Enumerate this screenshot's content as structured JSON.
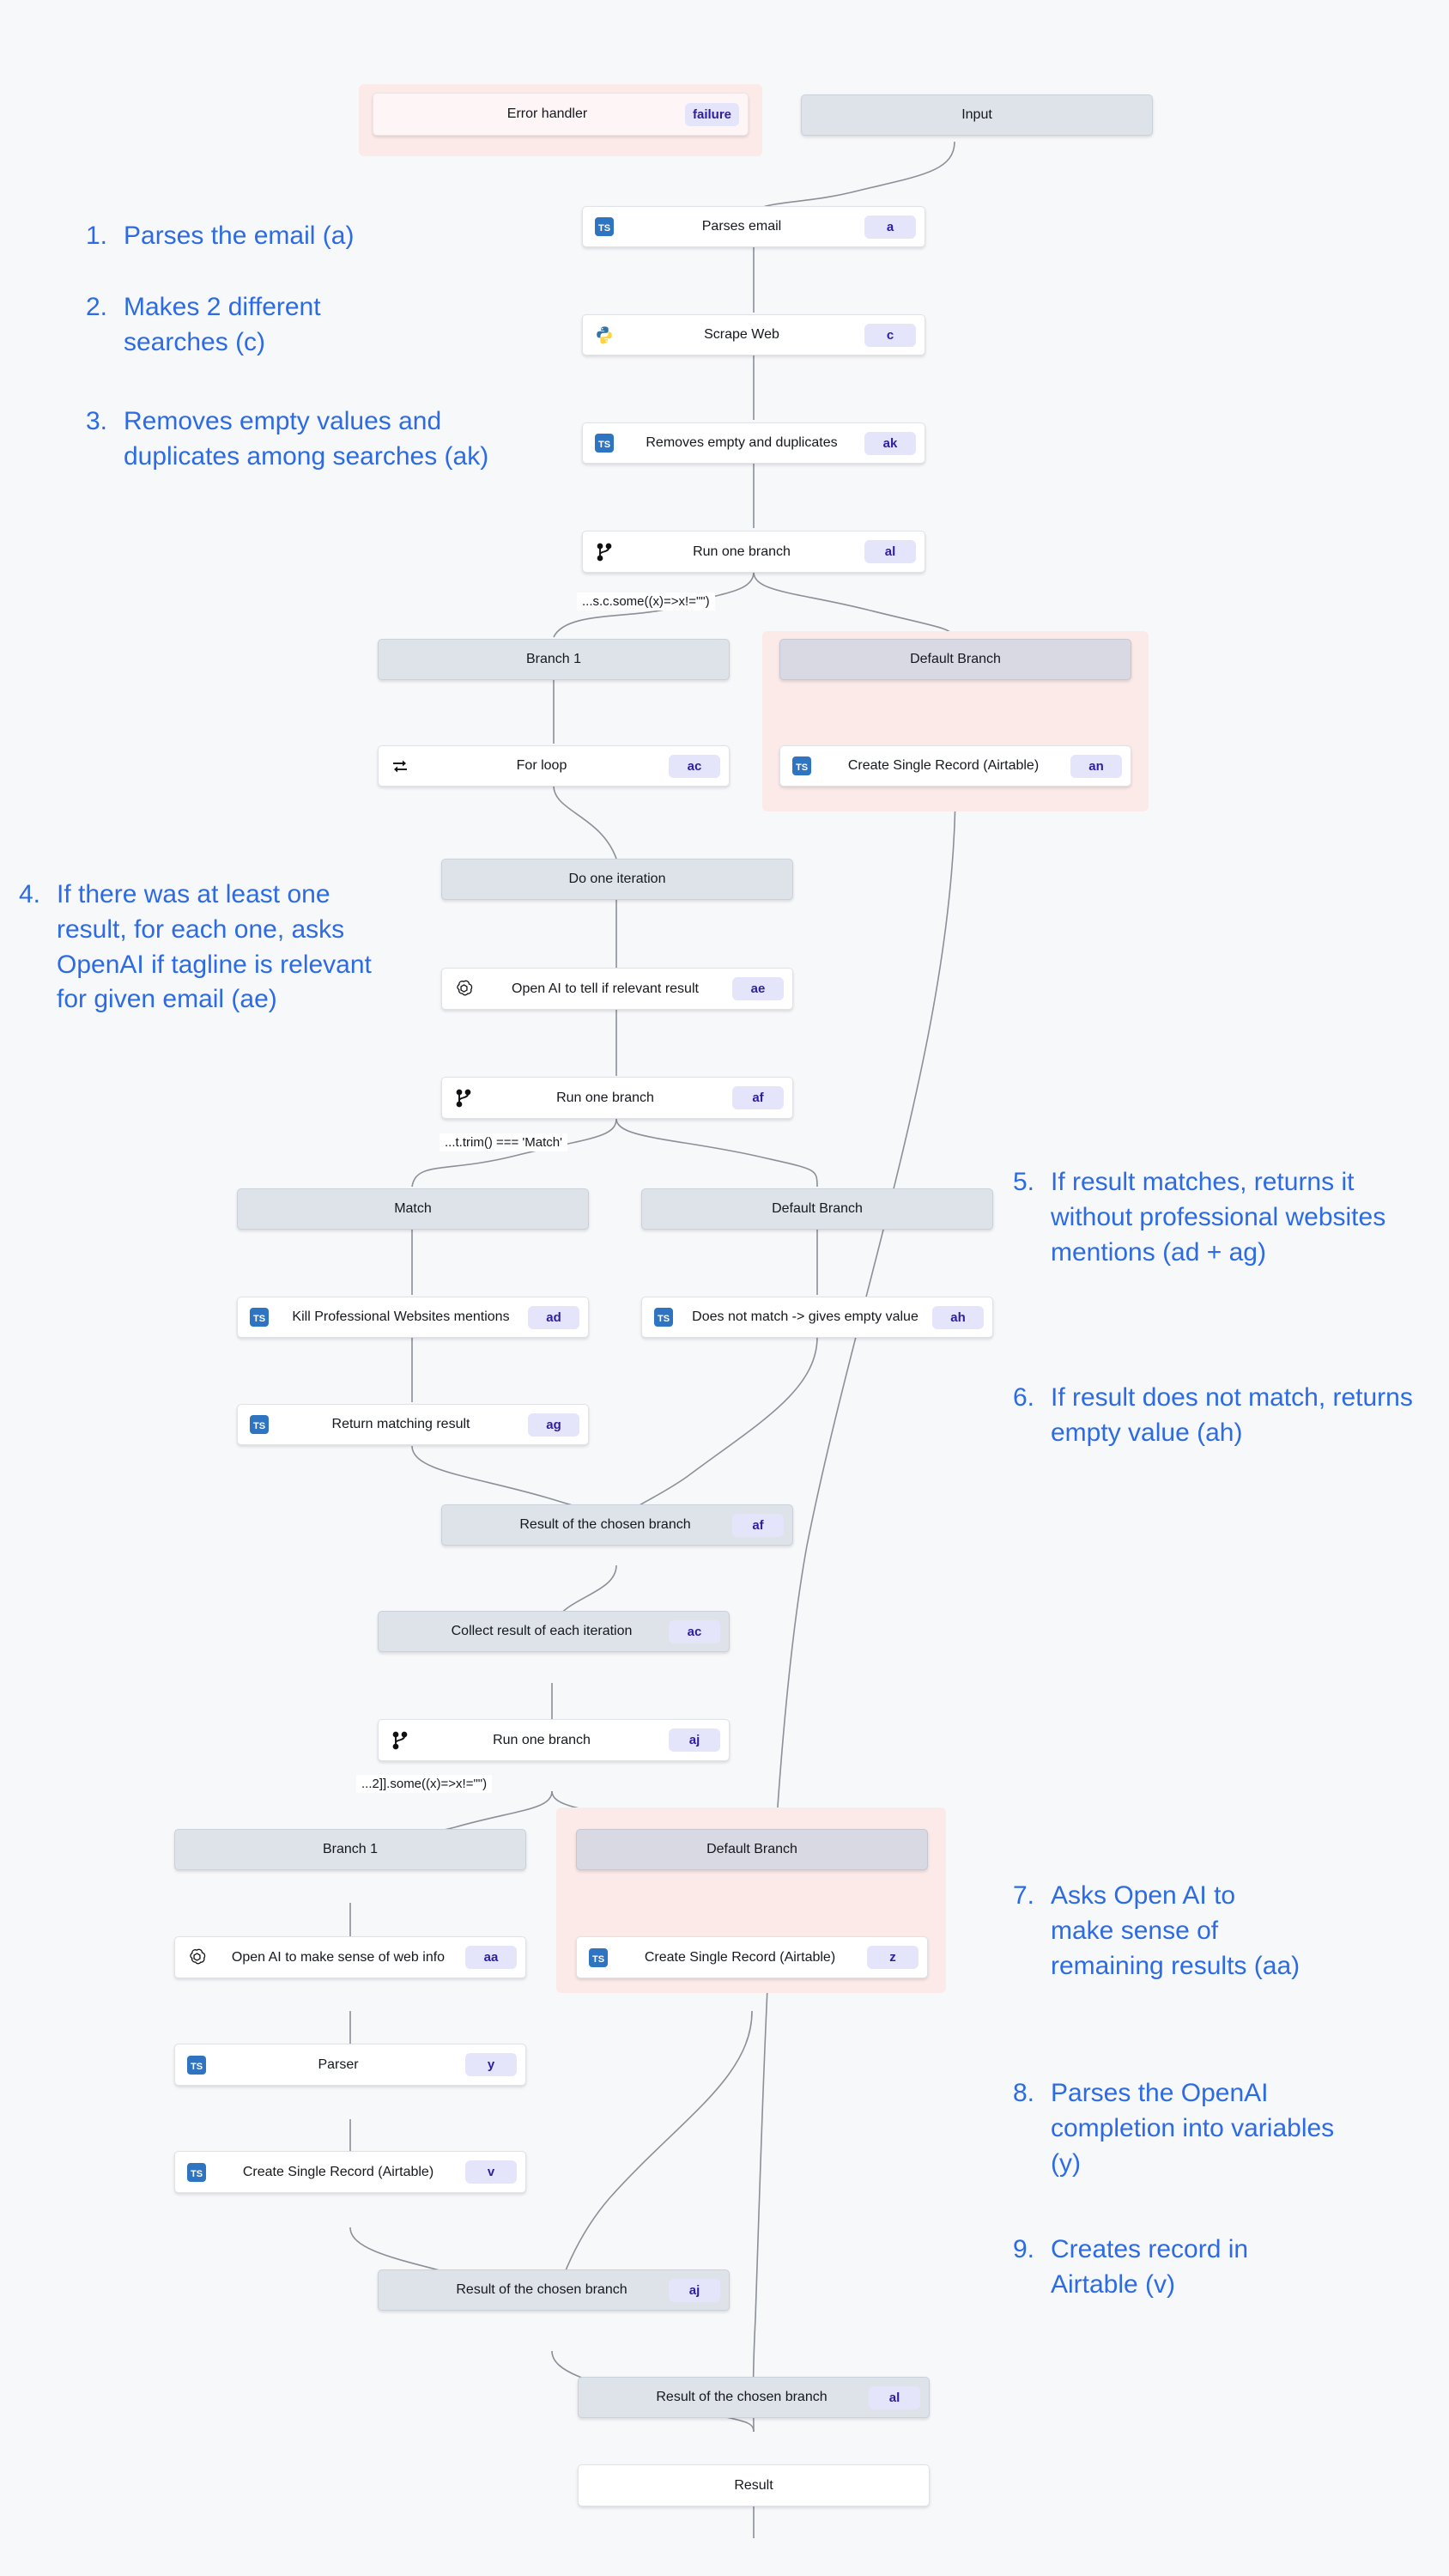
{
  "meta": {
    "title": "Email enrichment flow",
    "accent_blue": "#2d6be4",
    "badge_bg": "#e4e5fb",
    "badge_fg": "#2e1f9e",
    "band_pink": "#fbeae8",
    "grey_node": "#dde3e9",
    "canvas_bg": "#f7f8fa"
  },
  "nodes": {
    "error_handler": {
      "label": "Error handler",
      "badge": "failure",
      "icon": "none"
    },
    "input": {
      "label": "Input",
      "badge": "",
      "icon": "none"
    },
    "parses_email": {
      "label": "Parses email",
      "badge": "a",
      "icon": "typescript-icon"
    },
    "scrape_web": {
      "label": "Scrape Web",
      "badge": "c",
      "icon": "python-icon"
    },
    "removes_empty": {
      "label": "Removes empty and duplicates",
      "badge": "ak",
      "icon": "typescript-icon"
    },
    "run_branch_al": {
      "label": "Run one branch",
      "badge": "al",
      "icon": "branch-icon"
    },
    "branch1_top": {
      "label": "Branch 1",
      "badge": "",
      "icon": "none"
    },
    "default_top": {
      "label": "Default Branch",
      "badge": "",
      "icon": "none"
    },
    "for_loop": {
      "label": "For loop",
      "badge": "ac",
      "icon": "loop-icon"
    },
    "airtable_an": {
      "label": "Create Single Record (Airtable)",
      "badge": "an",
      "icon": "typescript-icon"
    },
    "do_one_iter": {
      "label": "Do one iteration",
      "badge": "",
      "icon": "none"
    },
    "openai_ae": {
      "label": "Open AI to tell if relevant result",
      "badge": "ae",
      "icon": "openai-icon"
    },
    "run_branch_af": {
      "label": "Run one branch",
      "badge": "af",
      "icon": "branch-icon"
    },
    "match": {
      "label": "Match",
      "badge": "",
      "icon": "none"
    },
    "default_mid": {
      "label": "Default Branch",
      "badge": "",
      "icon": "none"
    },
    "kill_mentions": {
      "label": "Kill Professional Websites mentions",
      "badge": "ad",
      "icon": "typescript-icon"
    },
    "no_match": {
      "label": "Does not match -> gives empty value",
      "badge": "ah",
      "icon": "typescript-icon"
    },
    "return_match": {
      "label": "Return matching result",
      "badge": "ag",
      "icon": "typescript-icon"
    },
    "result_af": {
      "label": "Result of the chosen branch",
      "badge": "af",
      "icon": "none"
    },
    "collect_ac": {
      "label": "Collect result of each iteration",
      "badge": "ac",
      "icon": "none"
    },
    "run_branch_aj": {
      "label": "Run one branch",
      "badge": "aj",
      "icon": "branch-icon"
    },
    "branch1_bot": {
      "label": "Branch 1",
      "badge": "",
      "icon": "none"
    },
    "default_bot": {
      "label": "Default Branch",
      "badge": "",
      "icon": "none"
    },
    "openai_aa": {
      "label": "Open AI to make sense of web info",
      "badge": "aa",
      "icon": "openai-icon"
    },
    "airtable_z": {
      "label": "Create Single Record (Airtable)",
      "badge": "z",
      "icon": "typescript-icon"
    },
    "parser_y": {
      "label": "Parser",
      "badge": "y",
      "icon": "typescript-icon"
    },
    "airtable_v": {
      "label": "Create Single Record (Airtable)",
      "badge": "v",
      "icon": "typescript-icon"
    },
    "result_aj": {
      "label": "Result of the chosen branch",
      "badge": "aj",
      "icon": "none"
    },
    "result_al": {
      "label": "Result of the chosen branch",
      "badge": "al",
      "icon": "none"
    },
    "result_final": {
      "label": "Result",
      "badge": "",
      "icon": "none"
    }
  },
  "conditions": {
    "top": "...s.c.some((x)=>x!=\"\")",
    "middle": "...t.trim() === 'Match'",
    "bottom": "...2]].some((x)=>x!=\"\")"
  },
  "annotations": [
    {
      "num": "1.",
      "text": "Parses the email (a)"
    },
    {
      "num": "2.",
      "text": "Makes 2 different searches (c)"
    },
    {
      "num": "3.",
      "text": "Removes empty values and duplicates among searches (ak)"
    },
    {
      "num": "4.",
      "text": "If there was at least one result, for each one, asks OpenAI if tagline is relevant for given email (ae)"
    },
    {
      "num": "5.",
      "text": "If result matches, returns it without professional websites mentions (ad + ag)"
    },
    {
      "num": "6.",
      "text": "If result does not match, returns empty value (ah)"
    },
    {
      "num": "7.",
      "text": "Asks Open AI to make sense of remaining results (aa)"
    },
    {
      "num": "8.",
      "text": "Parses the OpenAI completion into variables (y)"
    },
    {
      "num": "9.",
      "text": "Creates record in Airtable (v)"
    }
  ]
}
